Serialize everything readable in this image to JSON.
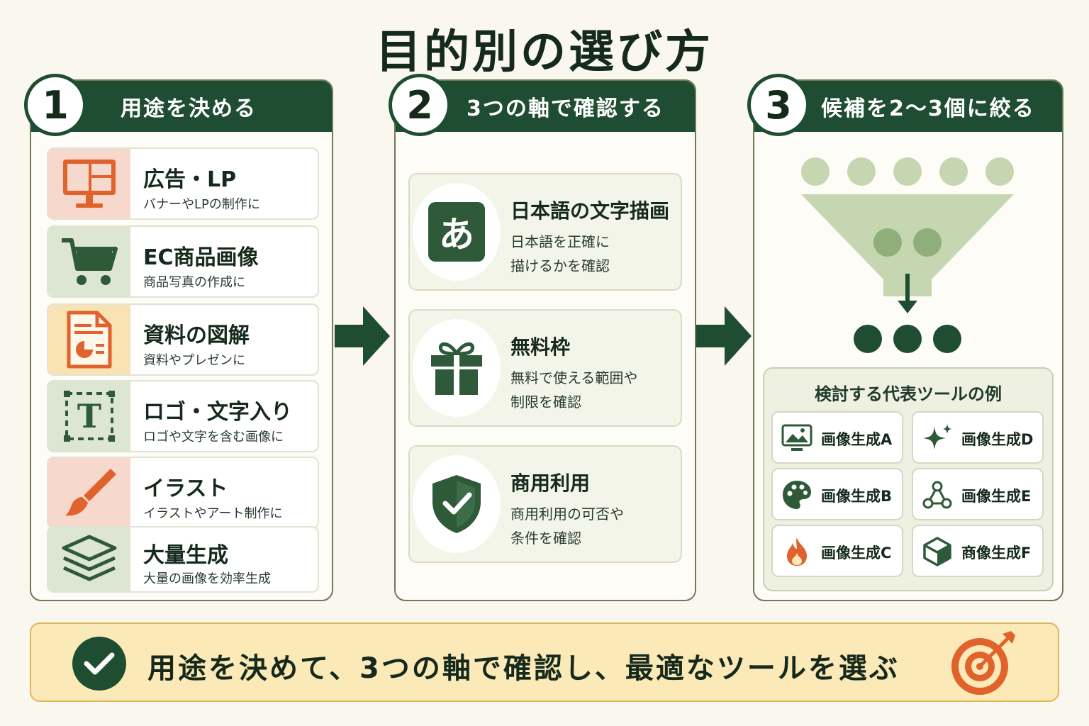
{
  "title": "目的別の選び方",
  "steps": [
    {
      "number": "1",
      "heading": "用途を決める"
    },
    {
      "number": "2",
      "heading": "3つの軸で確認する"
    },
    {
      "number": "3",
      "heading": "候補を2〜3個に絞る"
    }
  ],
  "uses": [
    {
      "title": "広告・LP",
      "subtitle": "バナーやLPの制作に",
      "icon": "monitor-icon",
      "bg": "#f6d8cc"
    },
    {
      "title": "EC商品画像",
      "subtitle": "商品写真の作成に",
      "icon": "cart-icon",
      "bg": "#dde6d2"
    },
    {
      "title": "資料の図解",
      "subtitle": "資料やプレゼンに",
      "icon": "document-chart-icon",
      "bg": "#f9e3b4"
    },
    {
      "title": "ロゴ・文字入り",
      "subtitle": "ロゴや文字を含む画像に",
      "icon": "text-frame-icon",
      "bg": "#dde6d2"
    },
    {
      "title": "イラスト",
      "subtitle": "イラストやアート制作に",
      "icon": "brush-icon",
      "bg": "#f6d8cc"
    },
    {
      "title": "大量生成",
      "subtitle": "大量の画像を効率生成",
      "icon": "layers-icon",
      "bg": "#dde6d2"
    }
  ],
  "axes": [
    {
      "title": "日本語の文字描画",
      "line1": "日本語を正確に",
      "line2": "描けるかを確認",
      "icon": "hiragana-a-icon",
      "glyph": "あ"
    },
    {
      "title": "無料枠",
      "line1": "無料で使える範囲や",
      "line2": "制限を確認",
      "icon": "gift-icon"
    },
    {
      "title": "商用利用",
      "line1": "商用利用の可否や",
      "line2": "条件を確認",
      "icon": "shield-check-icon"
    }
  ],
  "tools_title": "検討する代表ツールの例",
  "tools": [
    {
      "label": "画像生成A",
      "icon": "image-monitor-icon"
    },
    {
      "label": "画像生成D",
      "icon": "sparkle-icon"
    },
    {
      "label": "画像生成B",
      "icon": "palette-icon"
    },
    {
      "label": "画像生成E",
      "icon": "nodes-icon"
    },
    {
      "label": "画像生成C",
      "icon": "flame-icon"
    },
    {
      "label": "商像生成F",
      "icon": "cube-icon"
    }
  ],
  "banner_text": "用途を決めて、3つの軸で確認し、最適なツールを選ぶ",
  "colors": {
    "dark_green": "#1f4d32",
    "light_green": "#c5d6b0",
    "orange": "#e0622c",
    "banner_bg": "#fbe9b7"
  }
}
